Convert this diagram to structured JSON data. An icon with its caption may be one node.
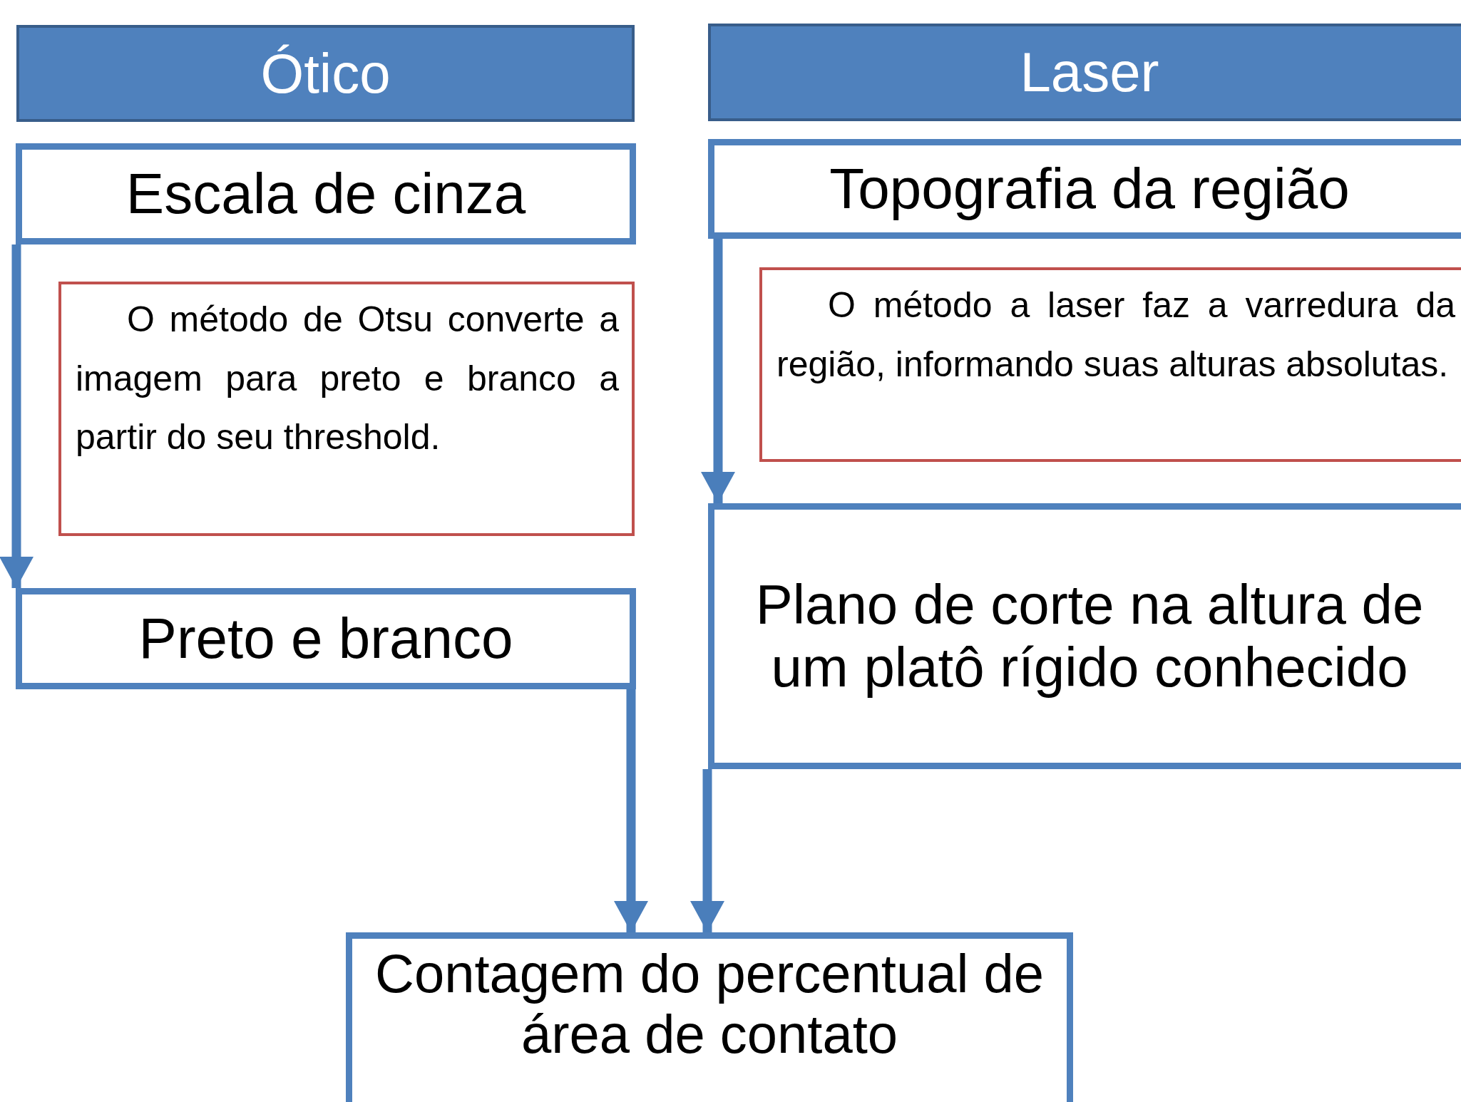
{
  "diagram": {
    "nodes": [
      {
        "text": [
          "Ótico"
        ]
      },
      {
        "text": [
          "Laser"
        ]
      },
      {
        "text": [
          "Escala de cinza"
        ]
      },
      {
        "text": [
          "O método de Otsu converte a imagem para preto e branco a partir do seu threshold."
        ]
      },
      {
        "text": [
          "Topografia da região"
        ]
      },
      {
        "text": [
          "O método a laser faz a varredura da região, informando suas alturas absolutas."
        ]
      },
      {
        "text": [
          "Preto e branco"
        ]
      },
      {
        "text": [
          "Plano de corte na altura de um platô rígido conhecido"
        ]
      },
      {
        "text": [
          "Contagem do percentual de área de contato"
        ]
      }
    ],
    "edges": [
      {
        "from": 2,
        "to": 6,
        "arrow": "to"
      },
      {
        "from": 4,
        "to": 7,
        "arrow": "to"
      },
      {
        "from": 6,
        "to": 8,
        "arrow": "to"
      },
      {
        "from": 7,
        "to": 8,
        "arrow": "to"
      }
    ]
  }
}
